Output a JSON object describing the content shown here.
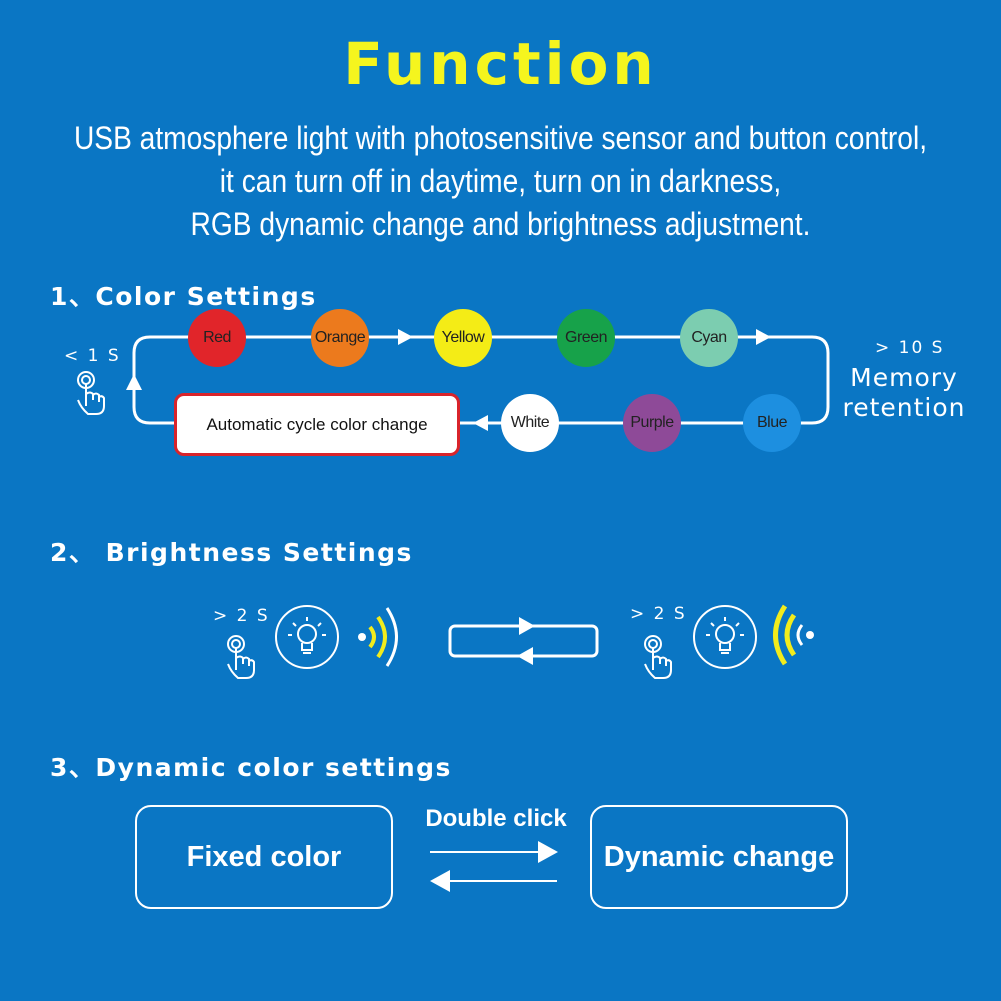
{
  "title": "Function",
  "subtitle_lines": [
    "USB atmosphere light with photosensitive sensor and button control,",
    "it can turn off in daytime, turn on in darkness,",
    "RGB dynamic change and brightness adjustment."
  ],
  "section1": {
    "heading": "1、Color Settings",
    "press_short": "< 1 S",
    "press_long": "> 10 S",
    "memory_line1": "Memory",
    "memory_line2": "retention",
    "auto_cycle": "Automatic cycle color change",
    "colors": [
      {
        "label": "Red",
        "color": "#e1252a"
      },
      {
        "label": "Orange",
        "color": "#ec7a1d"
      },
      {
        "label": "Yellow",
        "color": "#f4ec16"
      },
      {
        "label": "Green",
        "color": "#17a24a"
      },
      {
        "label": "Cyan",
        "color": "#7ccdb0"
      },
      {
        "label": "Blue",
        "color": "#1d8fe0"
      },
      {
        "label": "Purple",
        "color": "#8e4a98"
      },
      {
        "label": "White",
        "color": "#ffffff"
      }
    ]
  },
  "section2": {
    "heading": "2、 Brightness Settings",
    "press_left": "> 2 S",
    "press_right": "> 2 S",
    "icons": [
      "hand-press-icon",
      "bulb-icon",
      "signal-icon"
    ]
  },
  "section3": {
    "heading": "3、Dynamic color settings",
    "fixed": "Fixed color",
    "dynamic": "Dynamic change",
    "action": "Double click"
  },
  "colors": {
    "background": "#0a76c4",
    "title": "#f5f51e",
    "signal": "#f2ec1c"
  }
}
